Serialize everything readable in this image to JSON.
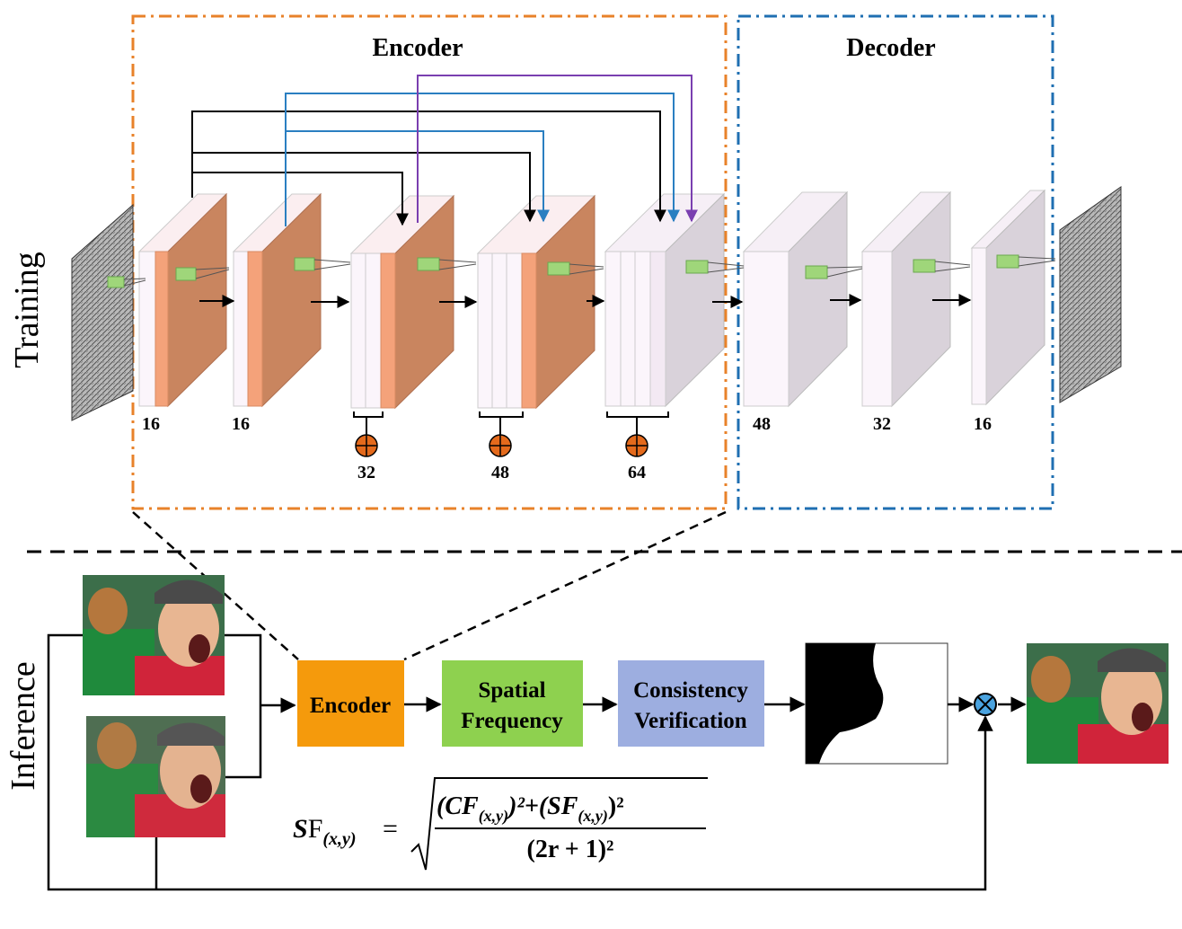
{
  "encoder_title": "Encoder",
  "decoder_title": "Decoder",
  "training_label": "Training",
  "inference_label": "Inference",
  "encoder_layers": [
    "16",
    "16"
  ],
  "dense_layers": [
    "32",
    "48",
    "64"
  ],
  "decoder_layers": [
    "48",
    "32",
    "16"
  ],
  "inference_boxes": {
    "encoder": "Encoder",
    "spatial_frequency": [
      "Spatial",
      "Frequency"
    ],
    "consistency_verification": [
      "Consistency",
      "Verification"
    ]
  },
  "formula": {
    "lhs_s": "S",
    "lhs_f": "F",
    "lhs_sub": "(x,y)",
    "equals": "=",
    "num_cf": "(CF",
    "num_sub1": "(x,y)",
    "num_mid": ")²+(SF",
    "num_sub2": "(x,y)",
    "num_end": ")²",
    "denominator": "(2r + 1)²"
  },
  "colors": {
    "encoder_border": "#e8822a",
    "decoder_border": "#1f6fb2",
    "feature_orange": "#c9855f",
    "feature_front_orange": "#f4a27a",
    "feature_white": "#fbf5fb",
    "feature_side_gray": "#d9d2da",
    "encoder_box": "#f59a0c",
    "spatial_box": "#8ed14f",
    "consistency_box": "#9daee0",
    "skip_black": "#000000",
    "skip_blue": "#2a7fc1",
    "skip_purple": "#7a3fb0",
    "plus_circle": "#e46a1c",
    "multiply_circle": "#4aa3e0",
    "kernel_green": "#9fd67a"
  }
}
